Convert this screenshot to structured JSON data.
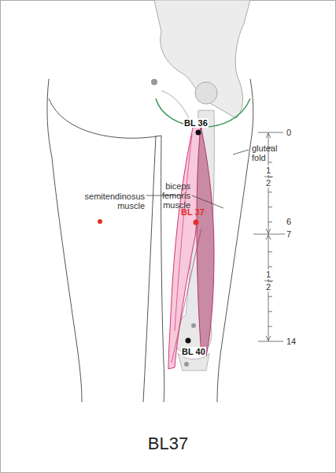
{
  "diagram": {
    "caption": "BL37",
    "labels": [
      "gluteal fold",
      "BL 36",
      "biceps femoris muscle",
      "semitendinosus muscle",
      "BL 37",
      "BL 40",
      "0",
      "1",
      "2",
      "6",
      "7",
      "1",
      "2",
      "14"
    ]
  }
}
